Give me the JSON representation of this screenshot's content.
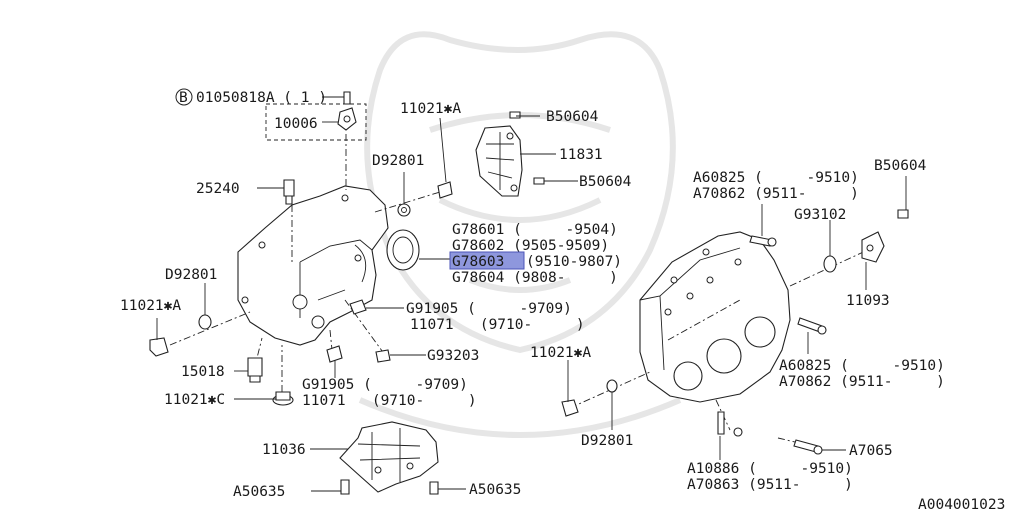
{
  "diagram_id": "A004001023",
  "labels": {
    "b_01050818A": "01050818A ( 1 )",
    "b_circle": "B",
    "p10006": "10006",
    "p11021A_top": "11021✱A",
    "pD92801_top": "D92801",
    "p25240": "25240",
    "pD92801_left": "D92801",
    "p11021A_left": "11021✱A",
    "p15018": "15018",
    "p11021C": "11021✱C",
    "pB50604_a": "B50604",
    "p11831": "11831",
    "pB50604_b": "B50604",
    "g78601": "G78601 (     -9504)",
    "g78602": "G78602 (9505-9509)",
    "g78603_code": "G78603",
    "g78603_rest": "(9510-9807)",
    "g78604": "G78604 (9808-     )",
    "g91905_a": "G91905 (     -9709)",
    "p11071_a": "11071   (9710-     )",
    "g93203": "G93203",
    "g91905_b": "G91905 (     -9709)",
    "p11071_b": "11071   (9710-     )",
    "p11021A_mid": "11021✱A",
    "pD92801_mid": "D92801",
    "p11036": "11036",
    "pA50635_l": "A50635",
    "pA50635_r": "A50635",
    "a60825_top": "A60825 (     -9510)",
    "a70862_top": "A70862 (9511-     )",
    "pB50604_r": "B50604",
    "g93102": "G93102",
    "p11093": "11093",
    "a60825_bot": "A60825 (     -9510)",
    "a70862_bot": "A70862 (9511-     )",
    "pA7065": "A7065",
    "a10886": "A10886 (     -9510)",
    "a70863": "A70863 (9511-     )"
  },
  "colors": {
    "highlight": "#8e97dd",
    "line": "#222222",
    "watermark": "#e6e6e6"
  }
}
